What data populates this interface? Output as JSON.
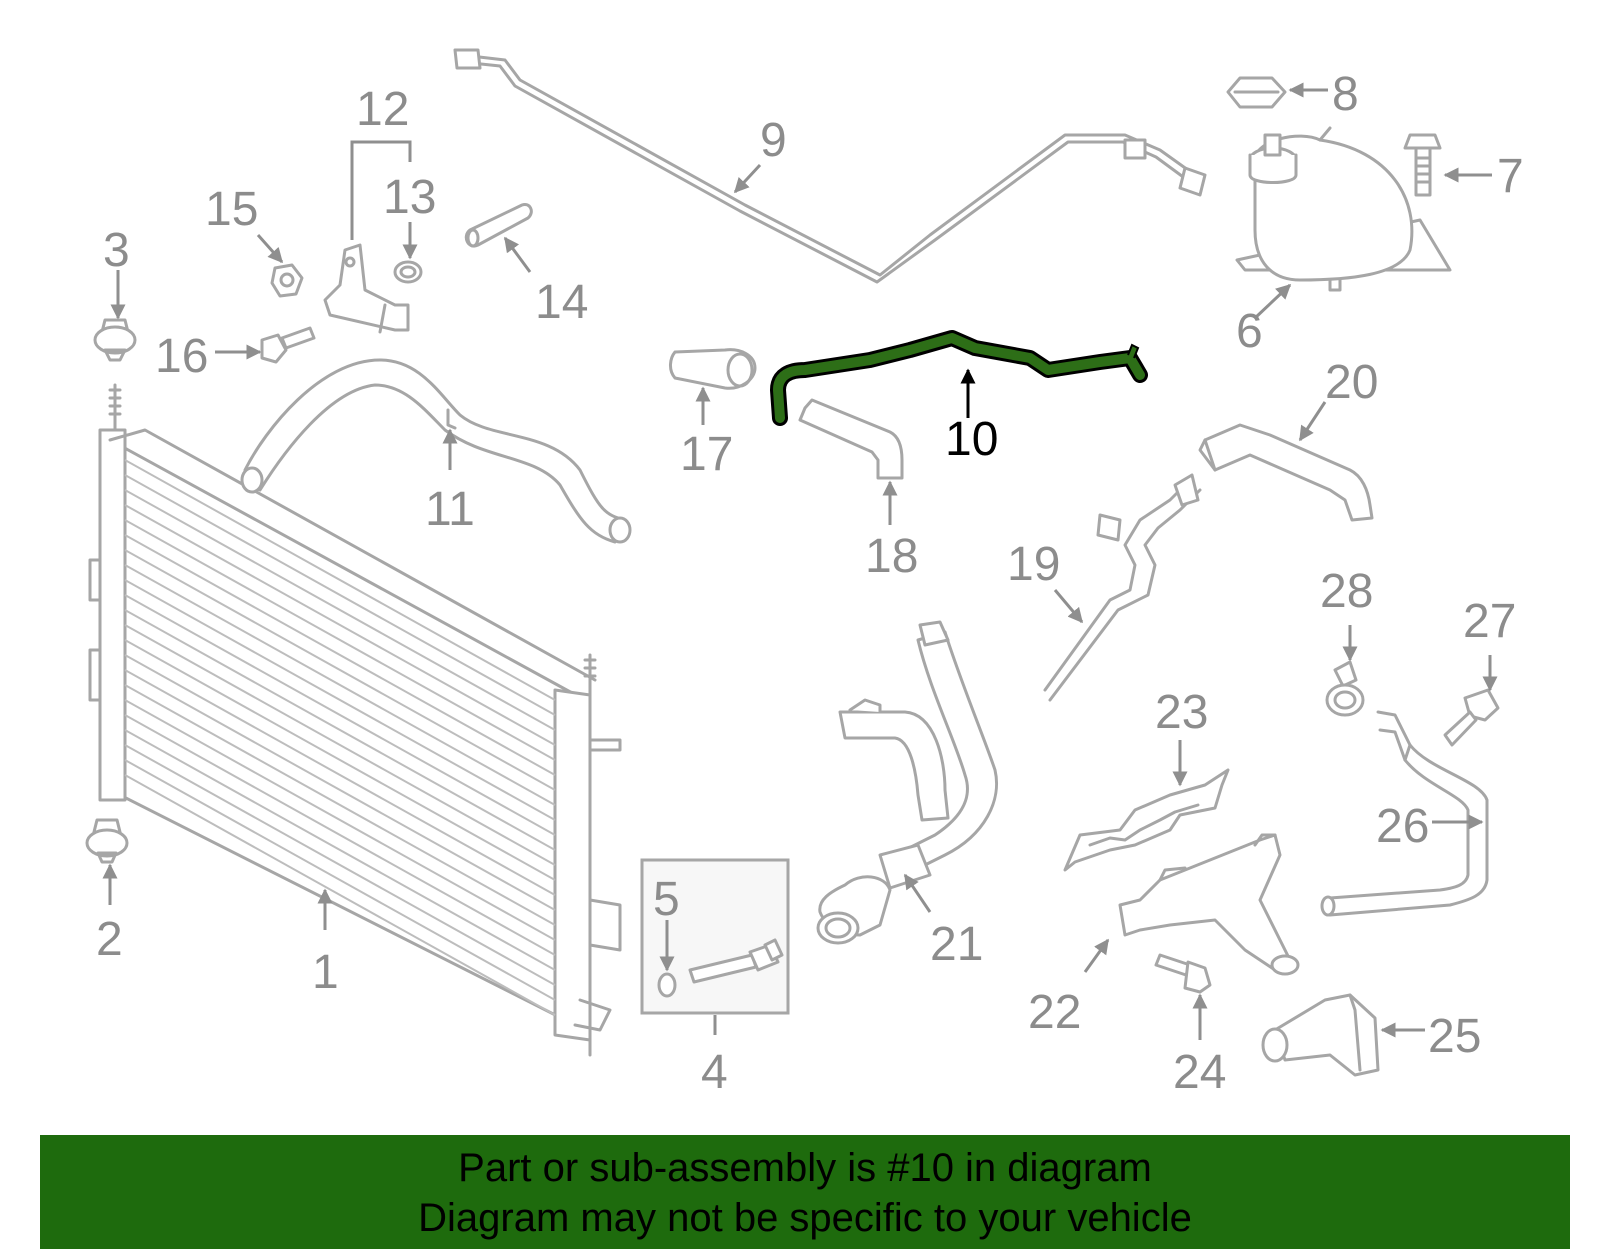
{
  "callouts": {
    "p1": "1",
    "p2": "2",
    "p3": "3",
    "p4": "4",
    "p5": "5",
    "p6": "6",
    "p7": "7",
    "p8": "8",
    "p9": "9",
    "p10": "10",
    "p11": "11",
    "p12": "12",
    "p13": "13",
    "p14": "14",
    "p15": "15",
    "p16": "16",
    "p17": "17",
    "p18": "18",
    "p19": "19",
    "p20": "20",
    "p21": "21",
    "p22": "22",
    "p23": "23",
    "p24": "24",
    "p25": "25",
    "p26": "26",
    "p27": "27",
    "p28": "28"
  },
  "highlight": {
    "part": "10",
    "color": "#2d6e17",
    "label_color": "#000000"
  },
  "banner": {
    "line1": "Part or sub-assembly is #10 in diagram",
    "line2": "Diagram may not be specific to your vehicle",
    "color": "#1e6b0d"
  }
}
